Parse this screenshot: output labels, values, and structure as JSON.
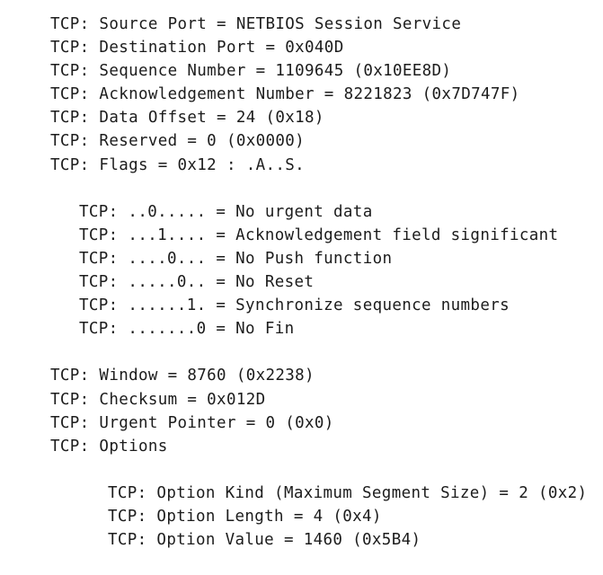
{
  "capture": {
    "tcp_header": [
      "TCP: Source Port = NETBIOS Session Service",
      "TCP: Destination Port = 0x040D",
      "TCP: Sequence Number = 1109645 (0x10EE8D)",
      "TCP: Acknowledgement Number = 8221823 (0x7D747F)",
      "TCP: Data Offset = 24 (0x18)",
      "TCP: Reserved = 0 (0x0000)",
      "TCP: Flags = 0x12 : .A..S."
    ],
    "flags_detail": [
      "TCP: ..0..... = No urgent data",
      "TCP: ...1.... = Acknowledgement field significant",
      "TCP: ....0... = No Push function",
      "TCP: .....0.. = No Reset",
      "TCP: ......1. = Synchronize sequence numbers",
      "TCP: .......0 = No Fin"
    ],
    "tcp_trailer": [
      "TCP: Window = 8760 (0x2238)",
      "TCP: Checksum = 0x012D",
      "TCP: Urgent Pointer = 0 (0x0)",
      "TCP: Options"
    ],
    "options_detail": [
      "TCP: Option Kind (Maximum Segment Size) = 2 (0x2)",
      "TCP: Option Length = 4 (0x4)",
      "TCP: Option Value = 1460 (0x5B4)"
    ]
  }
}
